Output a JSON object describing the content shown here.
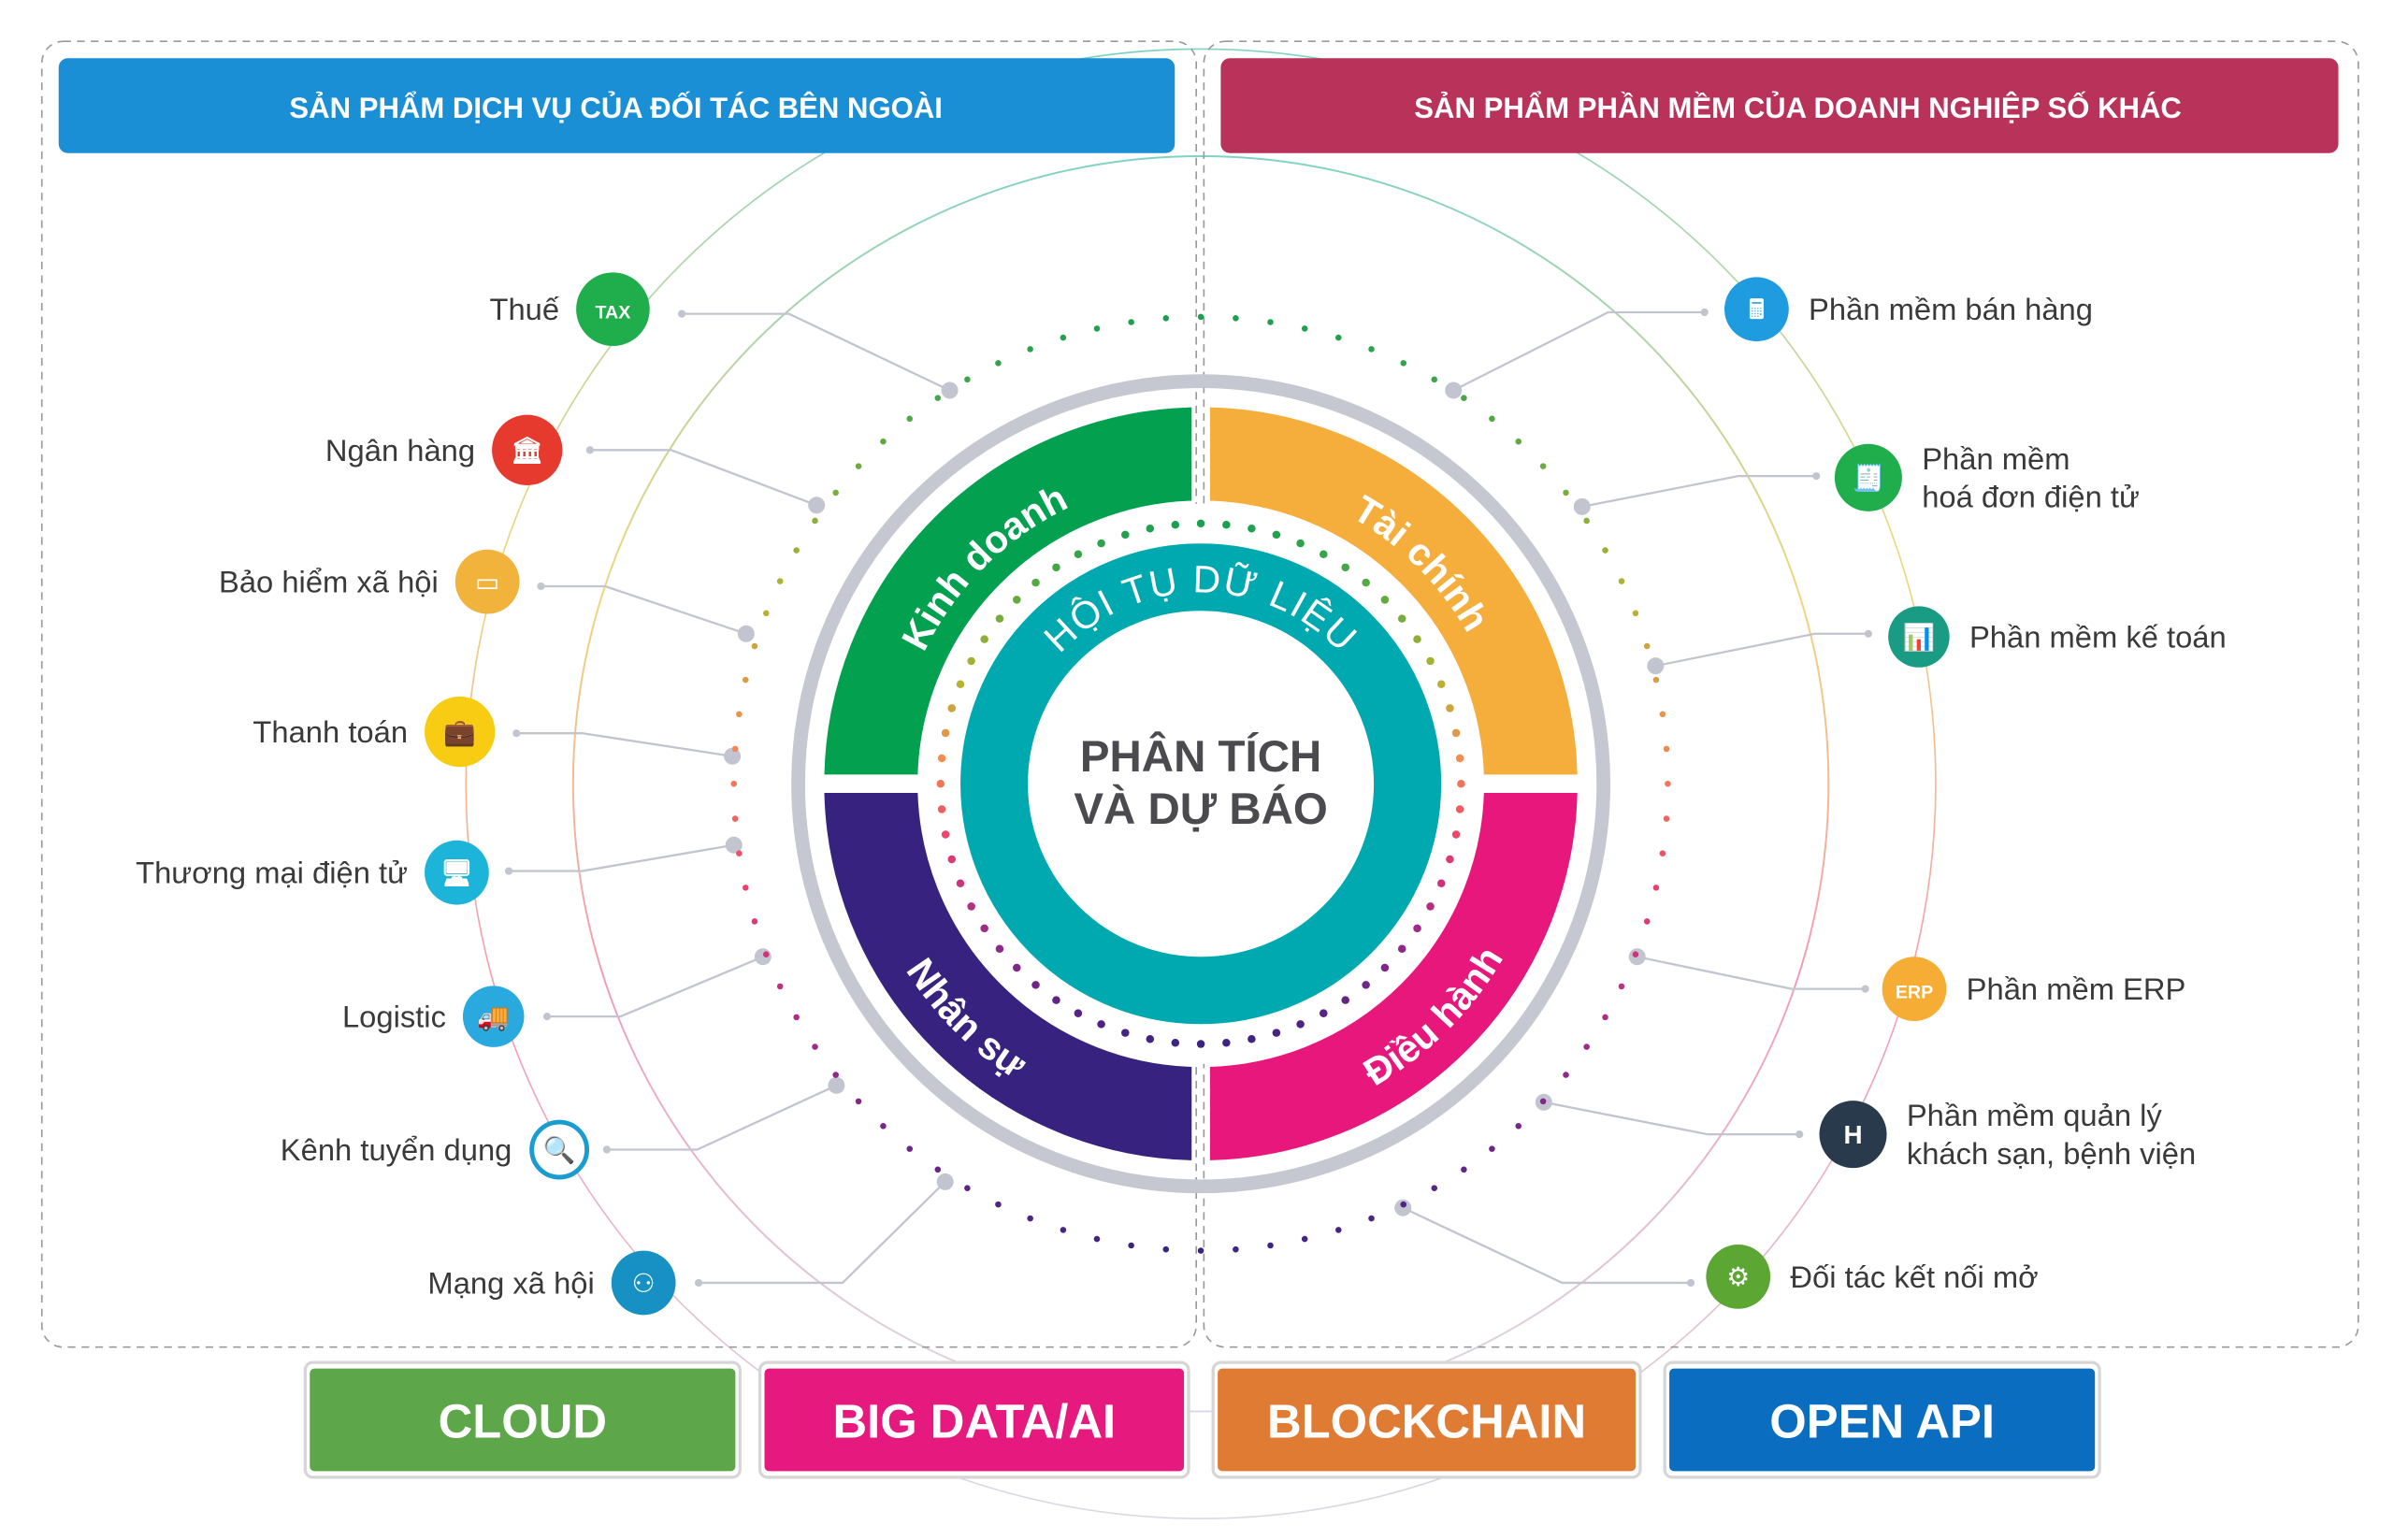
{
  "headers": {
    "left": "SẢN PHẨM DỊCH VỤ CỦA ĐỐI TÁC BÊN NGOÀI",
    "right": "SẢN PHẨM PHẦN MỀM CỦA DOANH NGHIỆP SỐ KHÁC"
  },
  "center": {
    "line1": "PHÂN TÍCH",
    "line2": "VÀ DỰ BÁO",
    "ring_label": "HỘI TỤ DỮ LIỆU"
  },
  "quadrants": [
    {
      "label": "Kinh doanh",
      "color": "#03a04f"
    },
    {
      "label": "Tài chính",
      "color": "#f5ad3b"
    },
    {
      "label": "Nhân sự",
      "color": "#37237f"
    },
    {
      "label": "Điều hành",
      "color": "#e8177b"
    }
  ],
  "left_items": [
    {
      "label": "Thuế",
      "icon": "tax-icon",
      "color": "#1fae4b"
    },
    {
      "label": "Ngân hàng",
      "icon": "bank-icon",
      "color": "#e63a2e"
    },
    {
      "label": "Bảo hiểm xã hội",
      "icon": "insurance-card-icon",
      "color": "#f2b33d"
    },
    {
      "label": "Thanh toán",
      "icon": "briefcase-calculator-icon",
      "color": "#f7cc12"
    },
    {
      "label": "Thương mại điện tử",
      "icon": "online-store-icon",
      "color": "#1cb4d8"
    },
    {
      "label": "Logistic",
      "icon": "truck-icon",
      "color": "#2aa9df"
    },
    {
      "label": "Kênh tuyển dụng",
      "icon": "recruitment-icon",
      "color": "#1a9cd0"
    },
    {
      "label": "Mạng xã hội",
      "icon": "social-network-icon",
      "color": "#1790c4"
    }
  ],
  "right_items": [
    {
      "lines": [
        "Phần mềm bán hàng"
      ],
      "icon": "cash-register-icon",
      "color": "#1f9be0"
    },
    {
      "lines": [
        "Phần mềm",
        "hoá đơn điện tử"
      ],
      "icon": "e-invoice-icon",
      "color": "#1fae4b"
    },
    {
      "lines": [
        "Phần mềm kế toán"
      ],
      "icon": "accounting-dashboard-icon",
      "color": "#1a9c84"
    },
    {
      "lines": [
        "Phần mềm ERP"
      ],
      "icon": "erp-laptop-icon",
      "color": "#f6ad35"
    },
    {
      "lines": [
        "Phần mềm quản lý",
        "khách sạn, bệnh viện"
      ],
      "icon": "hotel-icon",
      "color": "#293a4c"
    },
    {
      "lines": [
        "Đối tác kết nối mở"
      ],
      "icon": "open-connection-icon",
      "color": "#5ca734"
    }
  ],
  "buttons": [
    {
      "label": "CLOUD",
      "color": "#5ea64a"
    },
    {
      "label": "BIG DATA/AI",
      "color": "#e6197e"
    },
    {
      "label": "BLOCKCHAIN",
      "color": "#e07b34"
    },
    {
      "label": "OPEN API",
      "color": "#0b6dc0"
    }
  ],
  "colors": {
    "left_header": "#1a8fd6",
    "right_header": "#b8325a",
    "teal_ring": "#00a8b0",
    "gray_ring": "#c5c8d0",
    "connector": "#c2c5cf"
  }
}
